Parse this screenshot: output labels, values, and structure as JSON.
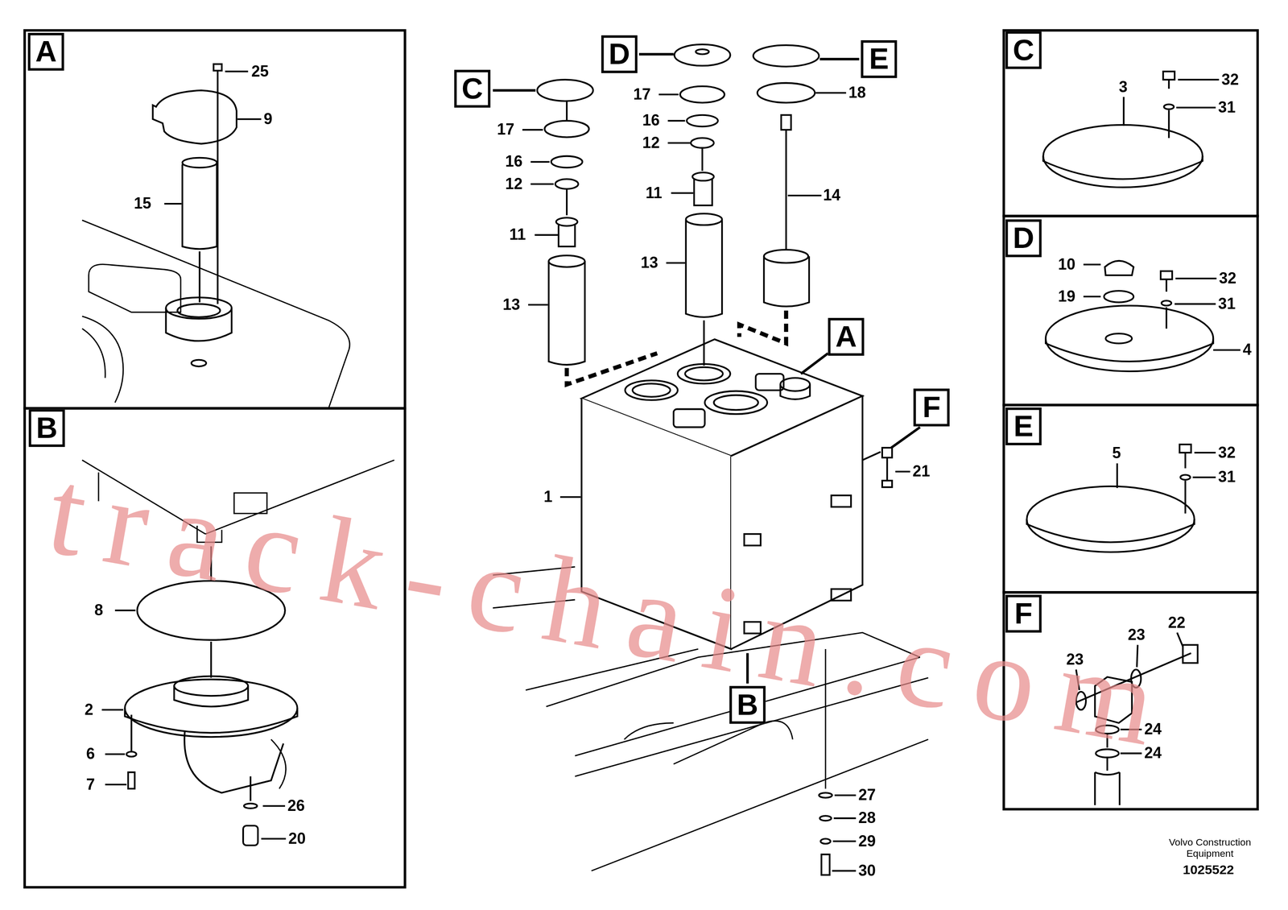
{
  "diagram": {
    "nodes": [
      {
        "text": [
          "A"
        ]
      },
      {
        "text": [
          "B"
        ]
      },
      {
        "text": [
          "C"
        ]
      },
      {
        "text": [
          "D"
        ]
      },
      {
        "text": [
          "E"
        ]
      },
      {
        "text": [
          "A"
        ]
      },
      {
        "text": [
          "F"
        ]
      },
      {
        "text": [
          "B"
        ]
      },
      {
        "text": [
          "C"
        ]
      },
      {
        "text": [
          "D"
        ]
      },
      {
        "text": [
          "E"
        ]
      },
      {
        "text": [
          "F"
        ]
      }
    ],
    "labels": [
      "25",
      "9",
      "15",
      "8",
      "2",
      "6",
      "7",
      "26",
      "20",
      "17",
      "16",
      "12",
      "11",
      "13",
      "17",
      "16",
      "12",
      "11",
      "13",
      "18",
      "14",
      "1",
      "21",
      "27",
      "28",
      "29",
      "30",
      "3",
      "32",
      "31",
      "10",
      "32",
      "19",
      "31",
      "4",
      "5",
      "32",
      "31",
      "22",
      "23",
      "23",
      "24",
      "24",
      "Volvo Construction Equipment",
      "1025522",
      "track-chain.com"
    ]
  }
}
